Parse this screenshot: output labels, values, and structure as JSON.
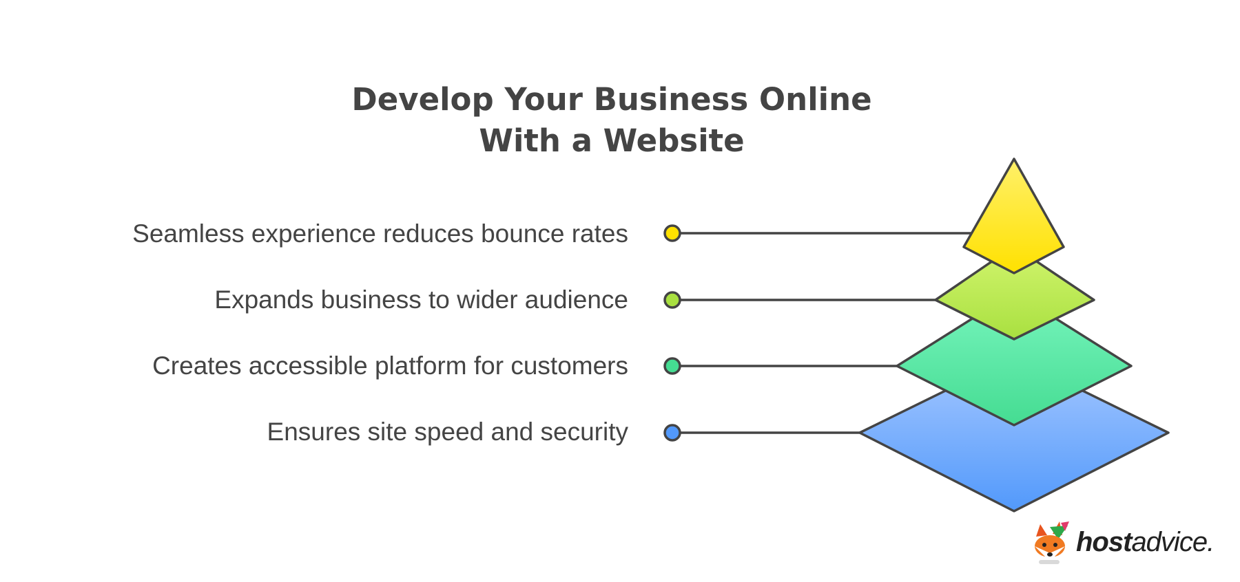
{
  "title": {
    "line1": "Develop Your Business Online",
    "line2": "With a Website"
  },
  "levels": [
    {
      "label": "Seamless experience reduces bounce rates",
      "color_top": "#fff06a",
      "color_bottom": "#ffe100"
    },
    {
      "label": "Expands business to wider audience",
      "color_top": "#d2f56e",
      "color_bottom": "#a9e040"
    },
    {
      "label": "Creates accessible platform for customers",
      "color_top": "#78f5be",
      "color_bottom": "#45dc92"
    },
    {
      "label": "Ensures site speed and security",
      "color_top": "#a6c8ff",
      "color_bottom": "#5299fb"
    }
  ],
  "logo": {
    "brand_bold": "host",
    "brand_regular": "advice.",
    "icon": "fox-mascot-icon"
  },
  "colors": {
    "text": "#444444",
    "stroke": "#444444"
  }
}
